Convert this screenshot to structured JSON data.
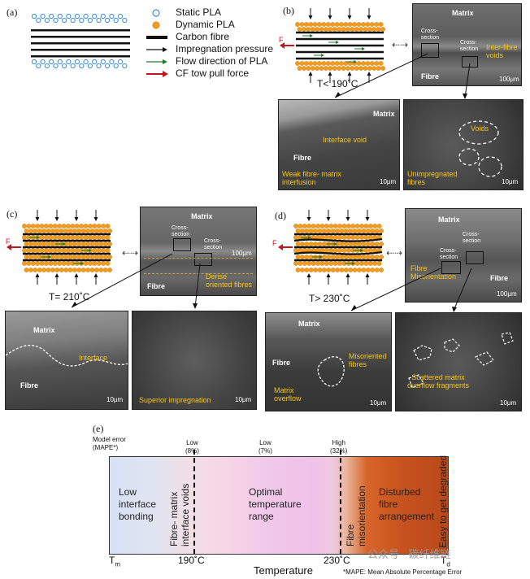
{
  "panels": {
    "a": "(a)",
    "b": "(b)",
    "c": "(c)",
    "d": "(d)",
    "e": "(e)"
  },
  "legend": {
    "static_pla": "Static PLA",
    "dynamic_pla": "Dynamic PLA",
    "carbon_fibre": "Carbon fibre",
    "impregnation_pressure": "Impregnation pressure",
    "flow_direction": "Flow direction of PLA",
    "cf_tow_pull_force": "CF tow pull force"
  },
  "colors": {
    "static_pla": "#3a8fd6",
    "dynamic_pla": "#f29c1f",
    "flow_arrow": "#1f7a2a",
    "pull_arrow": "#c0171d",
    "sem_text": "#f5c518"
  },
  "panel_b": {
    "temp": "T< 190˚C",
    "force": "F",
    "sem_main": {
      "matrix": "Matrix",
      "cross_section_1": "Cross-\nsection",
      "cross_section_2": "Cross-\nsection",
      "voids_label": "Inter-fibre\nvoids",
      "fibre": "Fibre",
      "scale": "100μm"
    },
    "sem_left": {
      "matrix": "Matrix",
      "interface_void": "Interface void",
      "fibre": "Fibre",
      "caption": "Weak fibre- matrix\ninterfusion",
      "scale": "10μm"
    },
    "sem_right": {
      "voids": "Voids",
      "caption": "Unimpregnated\nfibres",
      "scale": "10μm"
    }
  },
  "panel_c": {
    "temp": "T= 210˚C",
    "force": "F",
    "sem_main": {
      "matrix": "Matrix",
      "cross_section_1": "Cross-\nsection",
      "cross_section_2": "Cross-\nsection",
      "fibre": "Fibre",
      "dense": "Dense\noriented fibres",
      "scale": "100μm"
    },
    "sem_left": {
      "matrix": "Matrix",
      "interface": "Interface",
      "fibre": "Fibre",
      "scale": "10μm"
    },
    "sem_right": {
      "caption": "Superior impregnation",
      "scale": "10μm"
    }
  },
  "panel_d": {
    "temp": "T> 230˚C",
    "force": "F",
    "sem_main": {
      "matrix": "Matrix",
      "cross_section_1": "Cross-\nsection",
      "cross_section_2": "Cross-\nsection",
      "fibre_label": "Fibre",
      "misorientation": "Fibre\nMisorientation",
      "scale": "100μm"
    },
    "sem_left": {
      "matrix": "Matrix",
      "fibre": "Fibre",
      "misoriented": "Misoriented\nfibres",
      "overflow": "Matrix\noverflow",
      "scale": "10μm"
    },
    "sem_right": {
      "caption": "Scattered matrix\noverflow fragments",
      "scale": "10μm"
    }
  },
  "panel_e": {
    "model_error": "Model error\n(MAPE*)",
    "errors": [
      {
        "level": "Low",
        "value": "(8%)"
      },
      {
        "level": "Low",
        "value": "(7%)"
      },
      {
        "level": "High",
        "value": "(32%)"
      }
    ],
    "zones": [
      {
        "text": "Low\ninterface\nbonding"
      },
      {
        "text": "Fibre- matrix\ninterface voids"
      },
      {
        "text": "Optimal\ntemperature\nrange"
      },
      {
        "text": "Fibre\nmisorientation"
      },
      {
        "text": "Disturbed\nfibre\narrangement"
      },
      {
        "text": "Easy to get degraded"
      }
    ],
    "tm": "T",
    "tm_sub": "m",
    "t190": "190˚C",
    "t230": "230˚C",
    "td": "T",
    "td_sub": "d",
    "xlabel": "Temperature",
    "footnote": "*MAPE: Mean Absolute Percentage Error",
    "watermark": "公众号 · 碳纤维链"
  }
}
